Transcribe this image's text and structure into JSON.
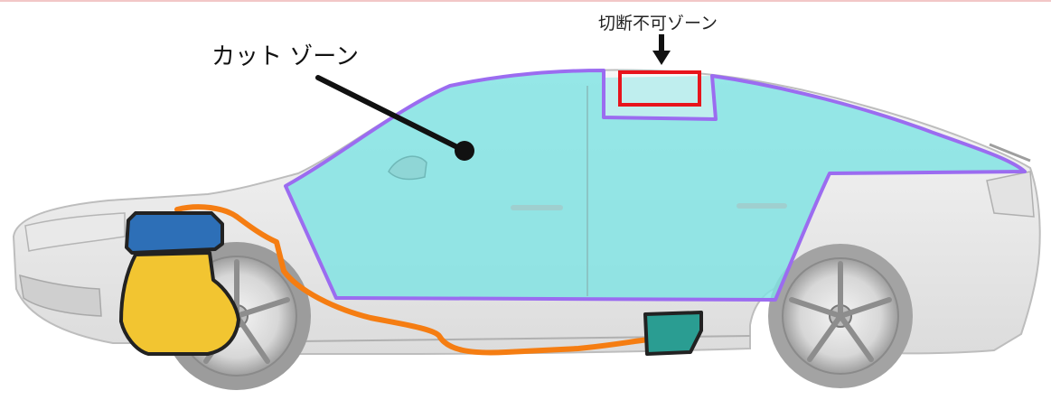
{
  "labels": {
    "cut_zone": "カット ゾーン",
    "no_cut_zone": "切断不可ゾーン"
  },
  "colors": {
    "cut_zone_fill": "#7fe3e3",
    "cut_zone_outline": "#9b6cf0",
    "no_cut_box": "#e8141c",
    "battery_12v": "#2d6fb7",
    "high_voltage_battery": "#2a9d92",
    "high_voltage_cable": "#f57d12",
    "engine_motor": "#f2c531",
    "car_body": "#e6e6e6"
  },
  "icons": {
    "pointer": "black-dot-pointer-line",
    "arrow": "down-arrow-icon"
  }
}
